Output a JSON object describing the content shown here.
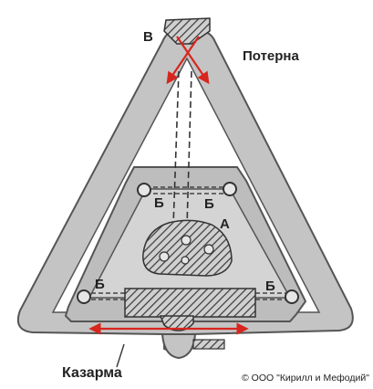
{
  "labels": {
    "v": "В",
    "poterna": "Потерна",
    "a": "А",
    "b1": "Б",
    "b2": "Б",
    "b3": "Б",
    "b4": "Б",
    "kazarma": "Казарма"
  },
  "copyright": "© ООО \"Кирилл и Мефодий\"",
  "colors": {
    "wall_fill": "#c8c8c8",
    "wall_stroke": "#555555",
    "arrow_red": "#d7261e",
    "hatch": "#3a3a3a"
  }
}
